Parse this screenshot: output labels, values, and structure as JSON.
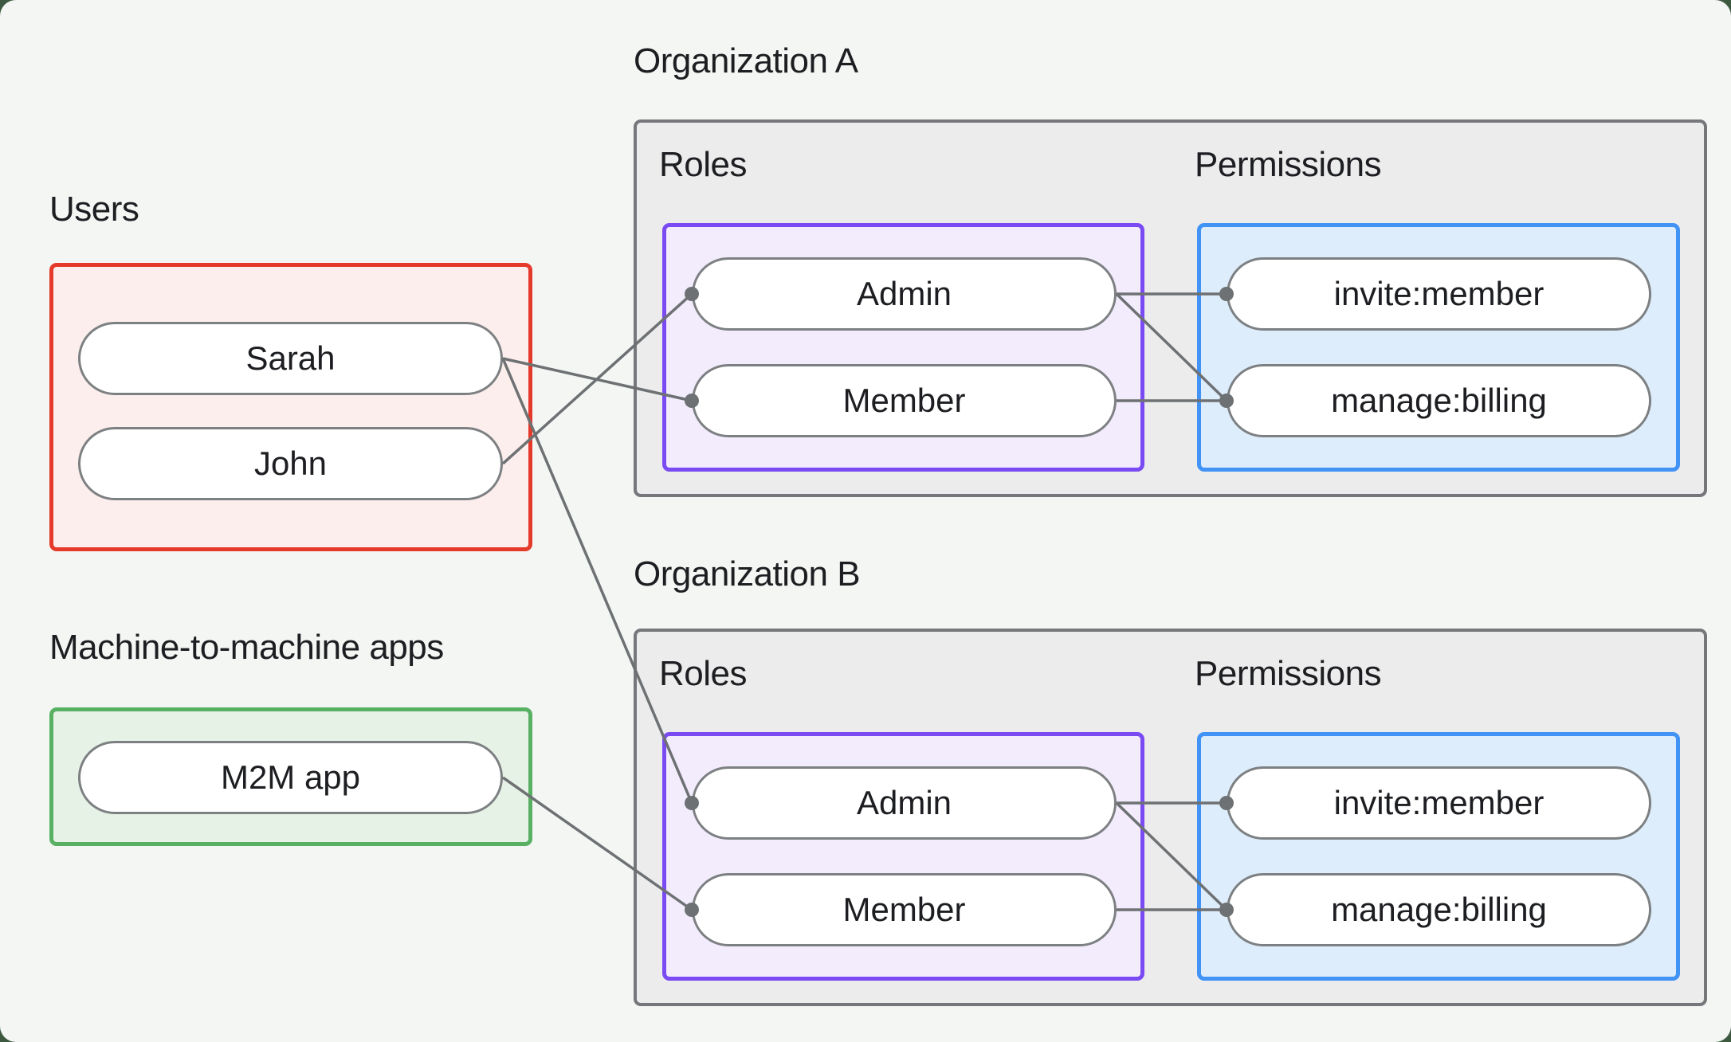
{
  "colors": {
    "page-outside": "#3d5a41",
    "card-bg": "#f4f6f4",
    "org-box-bg": "#ececec",
    "org-box-border": "#75777a",
    "users-border": "#e53a2b",
    "users-bg": "#fceeec",
    "m2m-border": "#58b163",
    "m2m-bg": "#e6f2e6",
    "roles-border": "#7a4af3",
    "roles-bg": "#f2ecfd",
    "permissions-border": "#4193f6",
    "permissions-bg": "#ddedfb",
    "pill-bg": "#ffffff",
    "pill-border": "#7d8082",
    "text": "#1d1e21",
    "wire": "#6e7173"
  },
  "users_group": {
    "label": "Users",
    "items": [
      {
        "id": "sarah",
        "label": "Sarah"
      },
      {
        "id": "john",
        "label": "John"
      }
    ]
  },
  "m2m_group": {
    "label": "Machine-to-machine apps",
    "items": [
      {
        "id": "m2m",
        "label": "M2M app"
      }
    ]
  },
  "orgs": [
    {
      "title": "Organization A",
      "roles_label": "Roles",
      "permissions_label": "Permissions",
      "roles": [
        {
          "id": "orgA.admin",
          "label": "Admin"
        },
        {
          "id": "orgA.member",
          "label": "Member"
        }
      ],
      "permissions": [
        {
          "id": "orgA.invite",
          "label": "invite:member"
        },
        {
          "id": "orgA.billing",
          "label": "manage:billing"
        }
      ]
    },
    {
      "title": "Organization B",
      "roles_label": "Roles",
      "permissions_label": "Permissions",
      "roles": [
        {
          "id": "orgB.admin",
          "label": "Admin"
        },
        {
          "id": "orgB.member",
          "label": "Member"
        }
      ],
      "permissions": [
        {
          "id": "orgB.invite",
          "label": "invite:member"
        },
        {
          "id": "orgB.billing",
          "label": "manage:billing"
        }
      ]
    }
  ],
  "connections": [
    {
      "from": "sarah",
      "to": "orgA.member"
    },
    {
      "from": "john",
      "to": "orgA.admin"
    },
    {
      "from": "sarah",
      "to": "orgB.admin"
    },
    {
      "from": "m2m",
      "to": "orgB.member"
    },
    {
      "from": "orgA.admin",
      "to": "orgA.invite"
    },
    {
      "from": "orgA.admin",
      "to": "orgA.billing"
    },
    {
      "from": "orgA.member",
      "to": "orgA.billing"
    },
    {
      "from": "orgB.admin",
      "to": "orgB.invite"
    },
    {
      "from": "orgB.admin",
      "to": "orgB.billing"
    },
    {
      "from": "orgB.member",
      "to": "orgB.billing"
    }
  ]
}
